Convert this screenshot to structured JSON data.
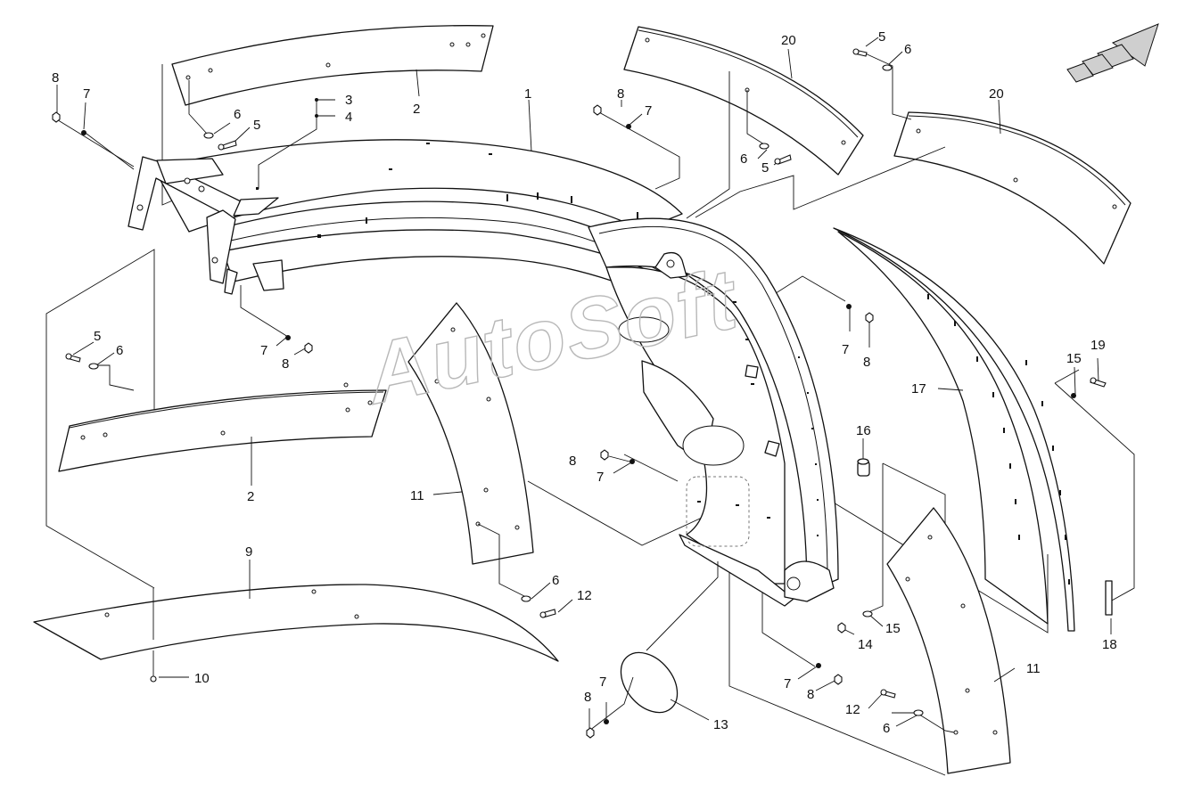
{
  "watermark": "AutoSoft",
  "callouts": [
    {
      "id": "c1",
      "text": "1"
    },
    {
      "id": "c2a",
      "text": "2"
    },
    {
      "id": "c2b",
      "text": "2"
    },
    {
      "id": "c3",
      "text": "3"
    },
    {
      "id": "c4",
      "text": "4"
    },
    {
      "id": "c5a",
      "text": "5"
    },
    {
      "id": "c5b",
      "text": "5"
    },
    {
      "id": "c5c",
      "text": "5"
    },
    {
      "id": "c5d",
      "text": "5"
    },
    {
      "id": "c6a",
      "text": "6"
    },
    {
      "id": "c6b",
      "text": "6"
    },
    {
      "id": "c6c",
      "text": "6"
    },
    {
      "id": "c6d",
      "text": "6"
    },
    {
      "id": "c6e",
      "text": "6"
    },
    {
      "id": "c6f",
      "text": "6"
    },
    {
      "id": "c7a",
      "text": "7"
    },
    {
      "id": "c7b",
      "text": "7"
    },
    {
      "id": "c7c",
      "text": "7"
    },
    {
      "id": "c7d",
      "text": "7"
    },
    {
      "id": "c7e",
      "text": "7"
    },
    {
      "id": "c7f",
      "text": "7"
    },
    {
      "id": "c7g",
      "text": "7"
    },
    {
      "id": "c8a",
      "text": "8"
    },
    {
      "id": "c8b",
      "text": "8"
    },
    {
      "id": "c8c",
      "text": "8"
    },
    {
      "id": "c8d",
      "text": "8"
    },
    {
      "id": "c8e",
      "text": "8"
    },
    {
      "id": "c8f",
      "text": "8"
    },
    {
      "id": "c8g",
      "text": "8"
    },
    {
      "id": "c9",
      "text": "9"
    },
    {
      "id": "c10",
      "text": "10"
    },
    {
      "id": "c11a",
      "text": "11"
    },
    {
      "id": "c11b",
      "text": "11"
    },
    {
      "id": "c12a",
      "text": "12"
    },
    {
      "id": "c12b",
      "text": "12"
    },
    {
      "id": "c13",
      "text": "13"
    },
    {
      "id": "c14",
      "text": "14"
    },
    {
      "id": "c15a",
      "text": "15"
    },
    {
      "id": "c15b",
      "text": "15"
    },
    {
      "id": "c16",
      "text": "16"
    },
    {
      "id": "c17",
      "text": "17"
    },
    {
      "id": "c18",
      "text": "18"
    },
    {
      "id": "c19",
      "text": "19"
    },
    {
      "id": "c20a",
      "text": "20"
    },
    {
      "id": "c20b",
      "text": "20"
    }
  ]
}
